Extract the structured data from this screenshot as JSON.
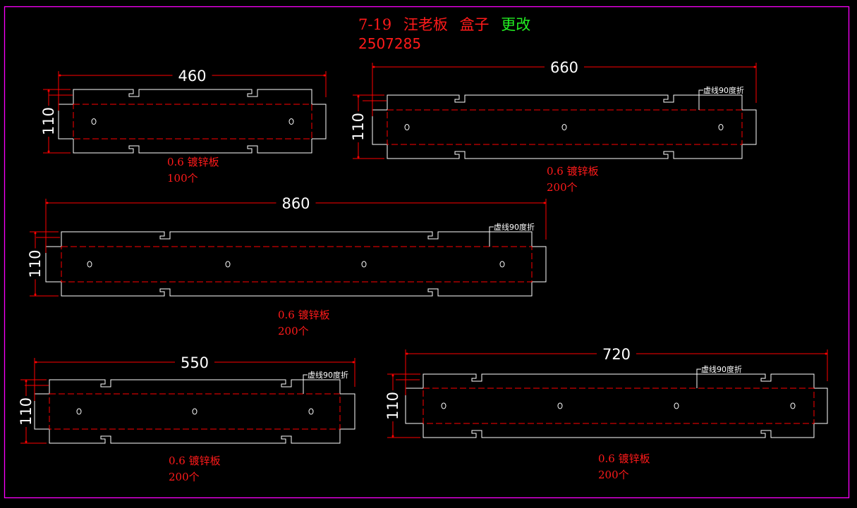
{
  "header": {
    "date": "7-19",
    "customer": "汪老板",
    "item": "盒子",
    "change_note": "更改",
    "order_number": "2507285",
    "colors": {
      "primary": "#ff1a1a",
      "change": "#22ee22"
    }
  },
  "colors": {
    "frame": "#ff00ff",
    "outline": "#ffffff",
    "fold_line": "#ff0000",
    "dimension": "#ff0000",
    "background": "#000000"
  },
  "parts": [
    {
      "id": "part-460",
      "length_label": "460",
      "height_label": "110",
      "material": "0.6 镀锌板",
      "quantity": "100个",
      "fold_note": "",
      "hole_count": 2
    },
    {
      "id": "part-660",
      "length_label": "660",
      "height_label": "110",
      "material": "0.6 镀锌板",
      "quantity": "200个",
      "fold_note": "虚线90度折",
      "hole_count": 3
    },
    {
      "id": "part-860",
      "length_label": "860",
      "height_label": "110",
      "material": "0.6 镀锌板",
      "quantity": "200个",
      "fold_note": "虚线90度折",
      "hole_count": 4
    },
    {
      "id": "part-550",
      "length_label": "550",
      "height_label": "110",
      "material": "0.6 镀锌板",
      "quantity": "200个",
      "fold_note": "虚线90度折",
      "hole_count": 3
    },
    {
      "id": "part-720",
      "length_label": "720",
      "height_label": "110",
      "material": "0.6 镀锌板",
      "quantity": "200个",
      "fold_note": "虚线90度折",
      "hole_count": 4
    }
  ]
}
